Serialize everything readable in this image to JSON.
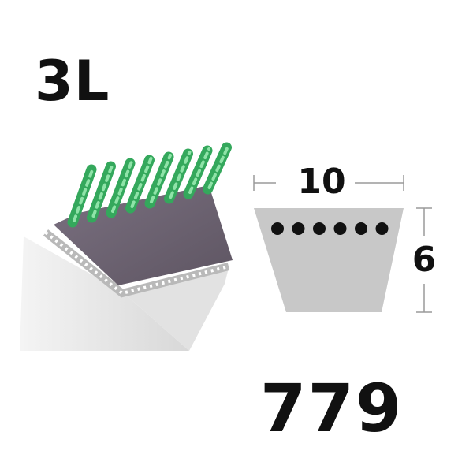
{
  "belt_type": "3L",
  "belt_length_code": "779",
  "dimensions": {
    "top_width": "10",
    "height": "6",
    "cord_count": 6
  },
  "colors": {
    "cord_green": "#3fb86a",
    "belt_top": "#6f6570",
    "belt_side": "#eeeeee",
    "profile_fill": "#c8c8c8",
    "dimension_line": "#9a9a9a"
  },
  "icons": [
    "v-belt-illustration",
    "belt-profile-cross-section"
  ]
}
